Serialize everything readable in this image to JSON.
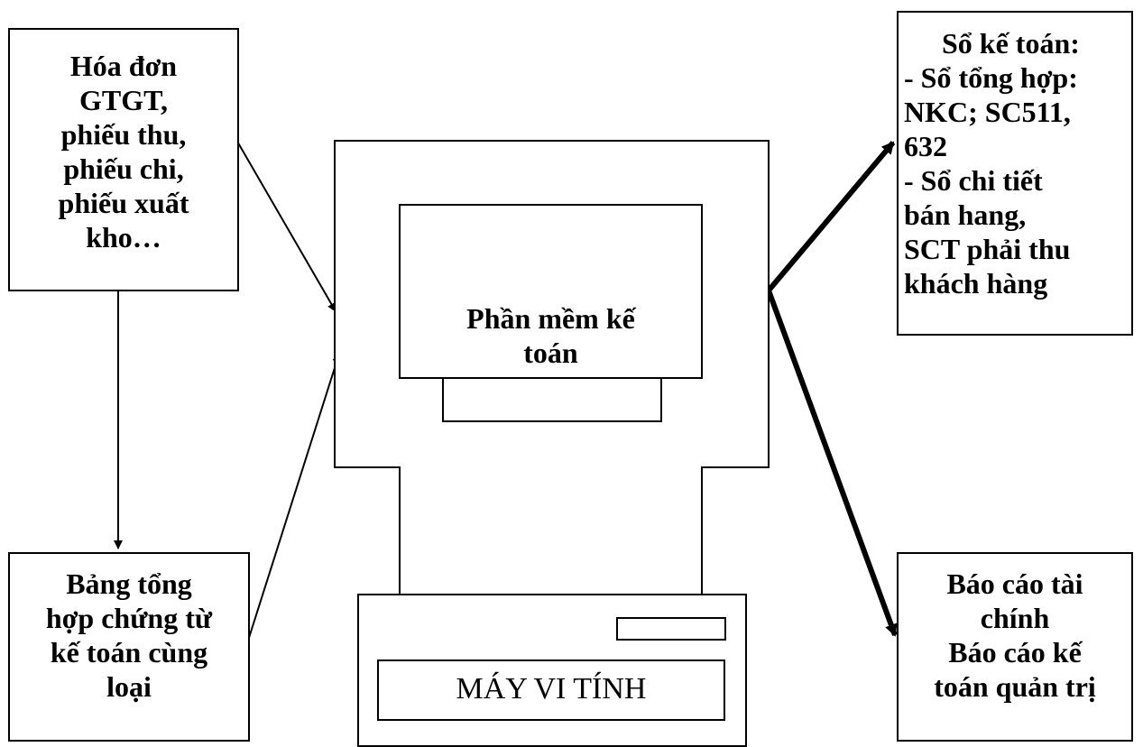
{
  "source_box": {
    "lines": [
      "Hóa đơn",
      "GTGT,",
      "phiếu thu,",
      "phiếu chi,",
      "phiếu xuất",
      "kho…"
    ]
  },
  "summary_box": {
    "lines": [
      "Bảng tổng",
      "hợp chứng từ",
      "kế toán cùng",
      "loại"
    ]
  },
  "software": {
    "lines": [
      "Phần mềm kế",
      "toán"
    ]
  },
  "computer": {
    "label": "MÁY VI TÍNH"
  },
  "ledger_box": {
    "lines": [
      "Sổ kế toán:",
      "- Sổ tổng hợp:",
      "NKC; SC511,",
      "632",
      "- Sổ chi tiết",
      "bán hang,",
      "SCT phải thu",
      "khách hàng"
    ]
  },
  "report_box": {
    "lines": [
      "Báo cáo tài",
      "chính",
      "Báo cáo kế",
      "toán quản trị"
    ]
  },
  "colors": {
    "stroke": "#000000",
    "background": "#ffffff"
  }
}
